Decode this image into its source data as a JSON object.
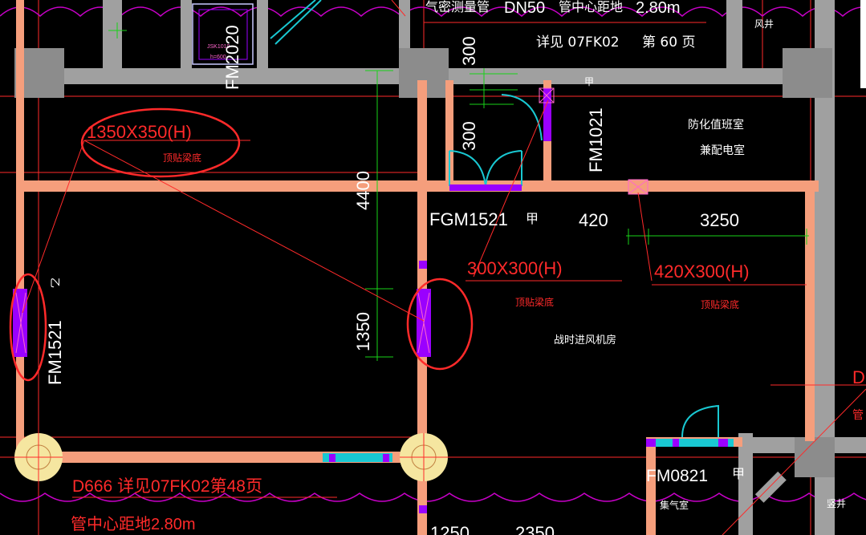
{
  "colors": {
    "background": "#000000",
    "wall": "#F59E7C",
    "column": "#8C8C8C",
    "beam": "#A0A0A0",
    "red": "#FF2A2A",
    "white": "#FFFFFF",
    "green": "#19D219",
    "cyan": "#19C8D2",
    "magenta": "#C800C8",
    "purple": "#9A00FF",
    "yellow_circle": "#F5E6A0"
  },
  "labels": {
    "top_pipe": "气密测量管",
    "top_dn": "DN50",
    "top_center": "管中心距地",
    "top_height": "2.80m",
    "top_detail": "详见 07FK02",
    "top_page": "第 60 页",
    "fm2020": "FM2020",
    "small_box_label": "JSK1010",
    "small_box_sub": "h=600",
    "fengjing": "风井",
    "dim_300_top": "300",
    "dim_300_mid": "300",
    "jia_top": "甲",
    "fm1021": "FM1021",
    "room_duty": "防化值班室",
    "room_power": "兼配电室",
    "duct1": "1350X350(H)",
    "duct1_note": "顶贴梁底",
    "dim_4400": "4400",
    "fgm1521": "FGM1521",
    "jia_mid": "甲",
    "dim_420": "420",
    "dim_3250": "3250",
    "duct2": "300X300(H)",
    "duct2_note": "顶贴梁底",
    "duct3": "420X300(H)",
    "duct3_note": "顶贴梁底",
    "dim_1350": "1350",
    "room_fan": "战时进风机房",
    "fm1521": "FM1521",
    "fm1521_tag": "乙",
    "d666": "D666 详见07FK02第48页",
    "pipe_center": "管中心距地2.80m",
    "fm0821": "FM0821",
    "jia_bottom": "甲",
    "room_gas": "集气室",
    "shujing": "竖井",
    "dim_1250": "1250",
    "dim_2350": "2350",
    "edge_d": "D",
    "edge_guan": "管"
  }
}
